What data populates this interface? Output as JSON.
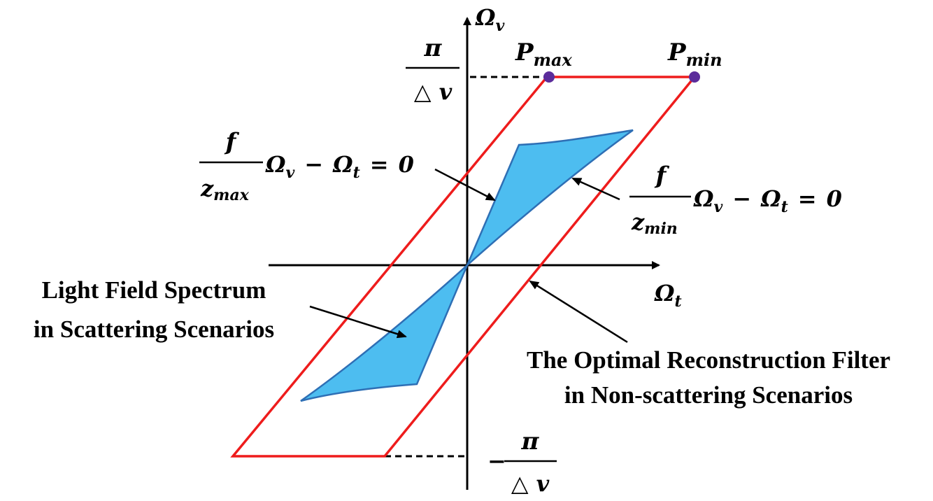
{
  "axes": {
    "vertical_label_main": "Ω",
    "vertical_label_sub": "v",
    "horizontal_label_main": "Ω",
    "horizontal_label_sub": "t"
  },
  "limits": {
    "top_numerator": "π",
    "top_denominator": "△ v",
    "bottom_sign": "−",
    "bottom_numerator": "π",
    "bottom_denominator": "△ v"
  },
  "points": {
    "pmax_main": "P",
    "pmax_sub": "max",
    "pmin_main": "P",
    "pmin_sub": "min"
  },
  "equations": {
    "zmax": {
      "numerator": "f",
      "denominator_main": "z",
      "denominator_sub": "max",
      "omega1": "Ω",
      "omega1_sub": "v",
      "minus": "−",
      "omega2": "Ω",
      "omega2_sub": "t",
      "equals": "=",
      "zero": "0"
    },
    "zmin": {
      "numerator": "f",
      "denominator_main": "z",
      "denominator_sub": "min",
      "omega1": "Ω",
      "omega1_sub": "v",
      "minus": "−",
      "omega2": "Ω",
      "omega2_sub": "t",
      "equals": "=",
      "zero": "0"
    }
  },
  "labels": {
    "spectrum_line1": "Light Field Spectrum",
    "spectrum_line2": "in Scattering Scenarios",
    "filter_line1": "The Optimal Reconstruction Filter",
    "filter_line2": "in Non-scattering Scenarios"
  },
  "colors": {
    "filter_outline": "#ee1c1c",
    "spectrum_fill": "#4dbdf0",
    "spectrum_stroke": "#2e6fb5",
    "point": "#5b2c9b",
    "axis": "#000000"
  }
}
